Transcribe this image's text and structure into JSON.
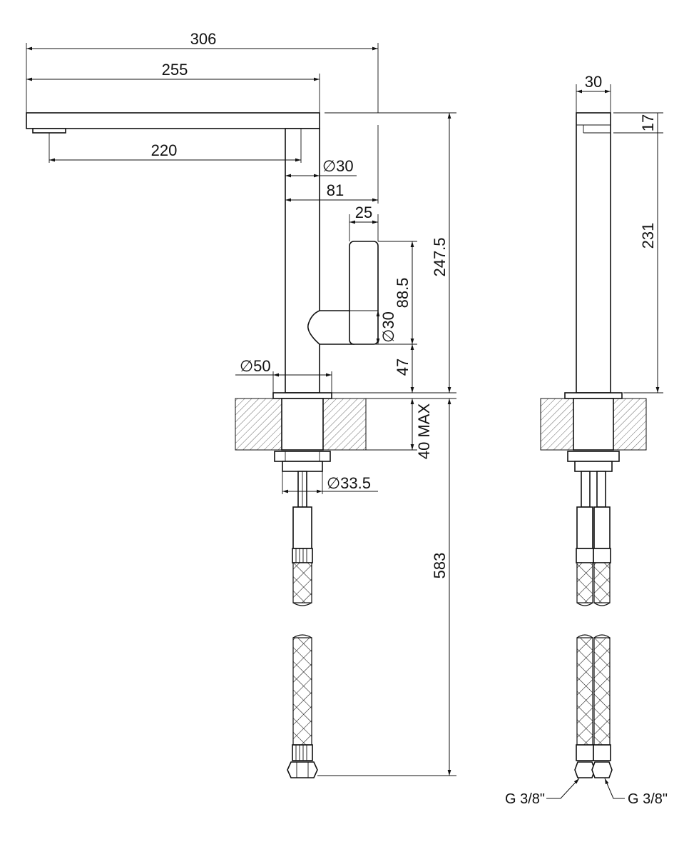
{
  "front_view": {
    "dims": {
      "overall_reach": "306",
      "spout_length": "255",
      "spout_to_body": "220",
      "body_diameter": "∅30",
      "handle_offset": "81",
      "handle_width": "25",
      "total_height": "247.5",
      "handle_length": "88.5",
      "handle_diameter": "∅30",
      "handle_height": "47",
      "base_diameter": "∅50",
      "deck_thickness": "40 MAX",
      "shank_diameter": "∅33.5",
      "hose_length": "583"
    }
  },
  "side_view": {
    "dims": {
      "body_width": "30",
      "top_height": "17",
      "body_height": "231"
    },
    "connections": {
      "left": "G 3/8\"",
      "right": "G 3/8\""
    }
  }
}
